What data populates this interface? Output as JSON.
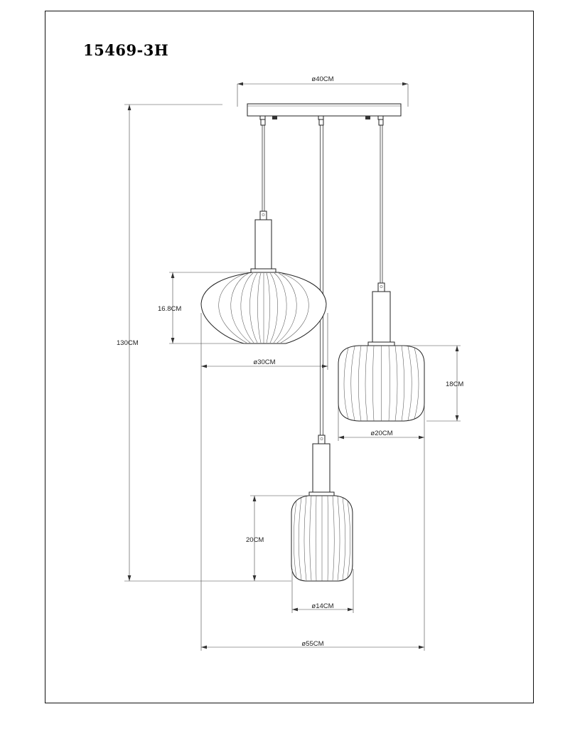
{
  "title": "15469-3H",
  "dimensions": {
    "canopy_diameter": "ø40CM",
    "total_height": "130CM",
    "lamp1_height": "16.8CM",
    "lamp1_diameter": "ø30CM",
    "lamp2_height": "18CM",
    "lamp2_diameter": "ø20CM",
    "lamp3_height": "20CM",
    "lamp3_diameter": "ø14CM",
    "overall_diameter": "ø55CM"
  }
}
